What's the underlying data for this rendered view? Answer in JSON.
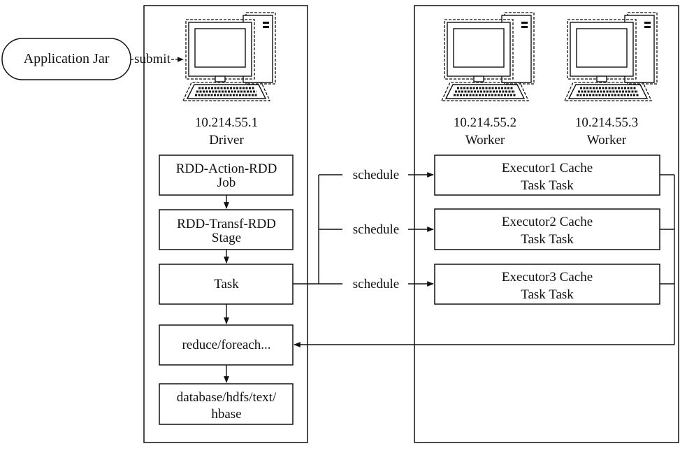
{
  "app_jar": {
    "label": "Application Jar"
  },
  "submit": {
    "label": "submit"
  },
  "driver": {
    "ip": "10.214.55.1",
    "role": "Driver",
    "boxes": {
      "job": {
        "line1": "RDD-Action-RDD",
        "line2": "Job"
      },
      "stage": {
        "line1": "RDD-Transf-RDD",
        "line2": "Stage"
      },
      "task": {
        "label": "Task"
      },
      "reduce": {
        "label": "reduce/foreach..."
      },
      "storage": {
        "line1": "database/hdfs/text/",
        "line2": "hbase"
      }
    }
  },
  "workers": [
    {
      "ip": "10.214.55.2",
      "role": "Worker"
    },
    {
      "ip": "10.214.55.3",
      "role": "Worker"
    }
  ],
  "schedule_labels": [
    "schedule",
    "schedule",
    "schedule"
  ],
  "executors": [
    {
      "line1": "Executor1 Cache",
      "line2": "Task Task"
    },
    {
      "line1": "Executor2 Cache",
      "line2": "Task Task"
    },
    {
      "line1": "Executor3 Cache",
      "line2": "Task Task"
    }
  ]
}
